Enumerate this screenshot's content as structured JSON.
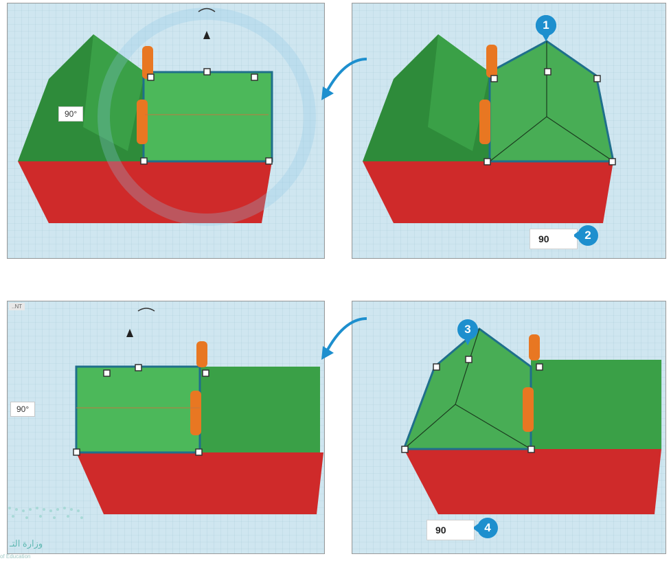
{
  "panels": [
    {
      "id": "panel-1",
      "angle_label": "90°"
    },
    {
      "id": "panel-2",
      "value_input": "90"
    },
    {
      "id": "panel-3",
      "angle_label": "90°",
      "tab_text": "..NT"
    },
    {
      "id": "panel-4",
      "value_input": "90"
    }
  ],
  "badges": [
    "1",
    "2",
    "3",
    "4"
  ],
  "colors": {
    "badge": "#1d8fce",
    "roof": "#3fa14a",
    "base": "#d42a2a",
    "grid": "#cfe6f0",
    "selection": "#1f6f8b",
    "peg": "#e87722"
  },
  "watermark": {
    "text": "وزارة التـ",
    "sub": "of Education"
  },
  "icons": [
    "rotate-arrow-icon",
    "cone-handle-icon",
    "curved-arrow-icon"
  ]
}
